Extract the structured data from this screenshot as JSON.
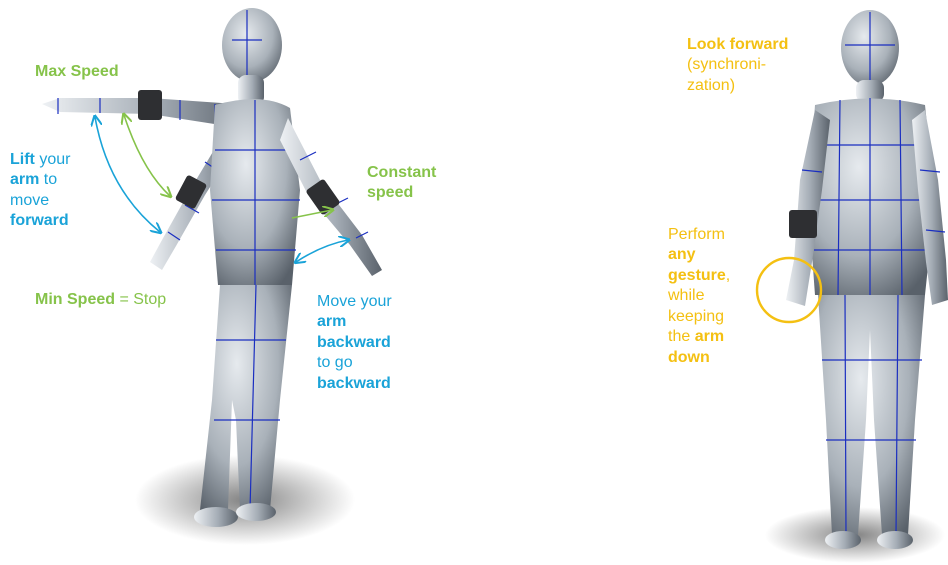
{
  "colors": {
    "speed_green": "#86c34a",
    "direction_blue": "#1aa3d8",
    "sync_yellow": "#f4c012",
    "mesh_grid_blue": "#1a2ec0",
    "body_grey": "#9aa3ab"
  },
  "left_figure": {
    "max_speed": "Max Speed",
    "constant_speed_line1": "Constant",
    "constant_speed_line2": "speed",
    "min_speed_bold": "Min Speed",
    "min_speed_rest": " = Stop",
    "lift": {
      "w1": "Lift",
      "w2": " your",
      "w3": "arm",
      "w4": " to",
      "w5": "move",
      "w6": "forward"
    },
    "backward": {
      "l1": "Move your",
      "l2": "arm",
      "l3": "backward",
      "l4": "to go",
      "l5": "backward"
    }
  },
  "right_figure": {
    "look_bold": "Look forward",
    "look_l2": "(synchroni-",
    "look_l3": "zation)",
    "gesture": {
      "l1": "Perform",
      "l2": "any",
      "l3": "gesture",
      "l3_rest": ",",
      "l4": "while",
      "l5": "keeping",
      "l6_a": "the ",
      "l6_b": "arm",
      "l7": "down"
    }
  }
}
